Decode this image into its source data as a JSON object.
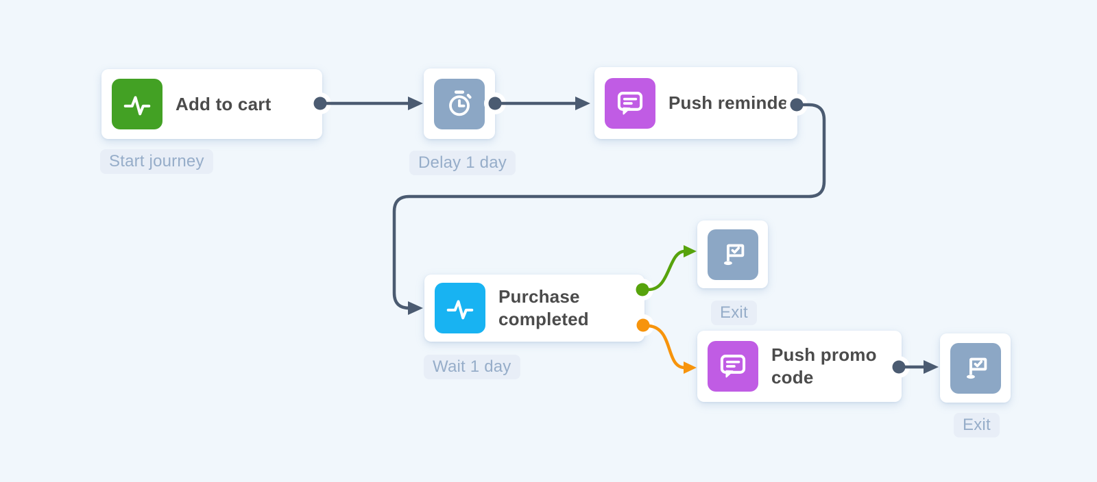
{
  "page": {
    "type": "customer-journey-builder-canvas"
  },
  "colors": {
    "canvas_bg": "#f1f7fc",
    "card_bg": "#ffffff",
    "connector": "#4b5b71",
    "branch_yes": "#57a30c",
    "branch_no": "#f7940c",
    "tag_bg": "#e8eef7",
    "tag_text": "#96adc9",
    "title_text": "#4b4b4b",
    "icon_green": "#43a124",
    "icon_slate": "#8ca7c5",
    "icon_purple": "#c05ce4",
    "icon_blue": "#18b3f2"
  },
  "nodes": {
    "add_to_cart": {
      "title": "Add to cart",
      "icon": "activity-icon",
      "icon_bg": "#43a124",
      "tag": "Start journey"
    },
    "delay": {
      "icon": "timer-icon",
      "icon_bg": "#8ca7c5",
      "tag": "Delay 1 day"
    },
    "push_reminder": {
      "title": "Push reminder",
      "icon": "chat-bubble-icon",
      "icon_bg": "#c05ce4"
    },
    "purchase_completed": {
      "title": "Purchase completed",
      "icon": "activity-icon",
      "icon_bg": "#18b3f2",
      "tag": "Wait 1 day"
    },
    "exit_top": {
      "icon": "flag-check-icon",
      "icon_bg": "#8ca7c5",
      "tag": "Exit"
    },
    "push_promo_code": {
      "title": "Push promo code",
      "icon": "chat-bubble-icon",
      "icon_bg": "#c05ce4"
    },
    "exit_bottom": {
      "icon": "flag-check-icon",
      "icon_bg": "#8ca7c5",
      "tag": "Exit"
    }
  },
  "edges": [
    {
      "from": "add_to_cart",
      "to": "delay",
      "color": "#4b5b71"
    },
    {
      "from": "delay",
      "to": "push_reminder",
      "color": "#4b5b71"
    },
    {
      "from": "push_reminder",
      "to": "purchase_completed",
      "color": "#4b5b71"
    },
    {
      "from": "purchase_completed",
      "to": "exit_top",
      "color": "#57a30c"
    },
    {
      "from": "purchase_completed",
      "to": "push_promo_code",
      "color": "#f7940c"
    },
    {
      "from": "push_promo_code",
      "to": "exit_bottom",
      "color": "#4b5b71"
    }
  ]
}
